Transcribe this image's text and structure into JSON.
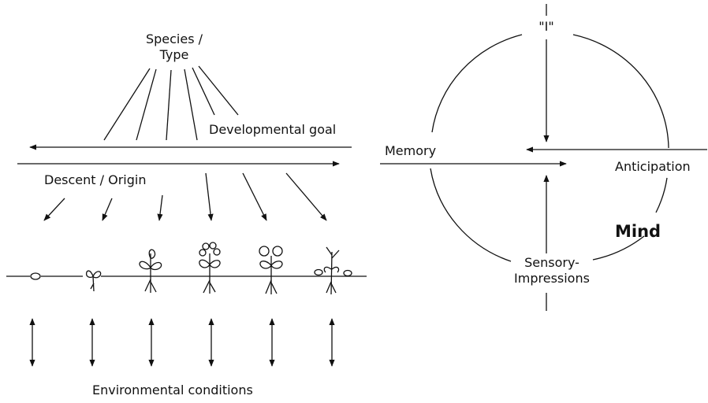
{
  "left_diagram": {
    "species_line1": "Species /",
    "species_line2": "Type",
    "developmental_goal": "Developmental goal",
    "descent_origin": "Descent / Origin",
    "environmental_conditions": "Environmental conditions"
  },
  "right_diagram": {
    "i_label": "\"I\"",
    "memory": "Memory",
    "anticipation": "Anticipation",
    "mind": "Mind",
    "sensory_line1": "Sensory-",
    "sensory_line2": "Impressions"
  }
}
